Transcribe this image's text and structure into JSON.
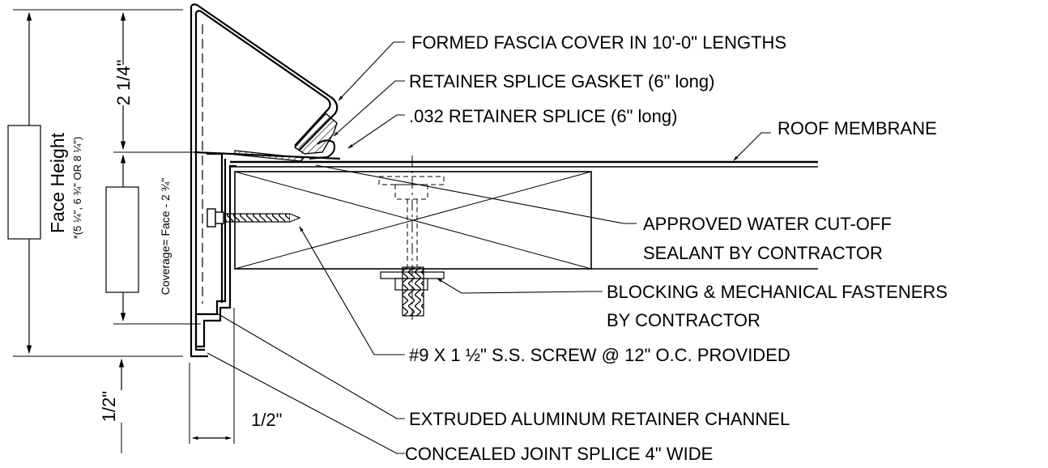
{
  "dimensions": {
    "upper_height": "2 1/4\"",
    "bottom_drip": "1/2\"",
    "horizontal_offset": "1/2\""
  },
  "face": {
    "title": "Face Height",
    "options": "*(5 ¼\", 6 ¾\" OR 8 ¼\")"
  },
  "coverage": {
    "label": "Coverage= Face - 2 ¾\""
  },
  "callouts": {
    "fascia_cover": "FORMED FASCIA COVER IN 10'-0\" LENGTHS",
    "splice_gasket": "RETAINER SPLICE GASKET (6\" long)",
    "retainer_splice": ".032 RETAINER SPLICE (6\" long)",
    "roof_membrane": "ROOF MEMBRANE",
    "sealant_line1": "APPROVED WATER CUT-OFF",
    "sealant_line2": "SEALANT BY CONTRACTOR",
    "blocking_line1": "BLOCKING & MECHANICAL FASTENERS",
    "blocking_line2": "BY CONTRACTOR",
    "screw": "#9 X 1 ½\" S.S. SCREW @ 12\" O.C. PROVIDED",
    "retainer_channel": "EXTRUDED ALUMINUM RETAINER CHANNEL",
    "joint_splice": "CONCEALED JOINT SPLICE 4\" WIDE"
  }
}
